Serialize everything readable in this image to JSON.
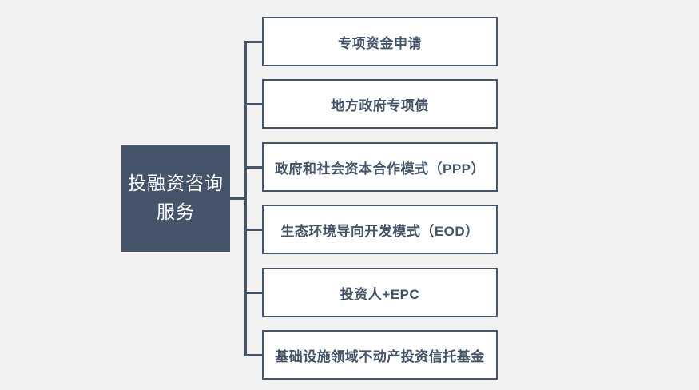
{
  "colors": {
    "background": "#f1f1f2",
    "accent": "#44546a",
    "root_fill": "#45546a",
    "root_text": "#ffffff",
    "branch_fill": "#ffffff",
    "branch_text": "#44546a"
  },
  "root": {
    "label_line1": "投融资咨询",
    "label_line2": "服务"
  },
  "branches": [
    {
      "label": "专项资金申请"
    },
    {
      "label": "地方政府专项债"
    },
    {
      "label": "政府和社会资本合作模式（PPP）"
    },
    {
      "label": "生态环境导向开发模式（EOD）"
    },
    {
      "label": "投资人+EPC"
    },
    {
      "label": "基础设施领域不动产投资信托基金"
    }
  ]
}
